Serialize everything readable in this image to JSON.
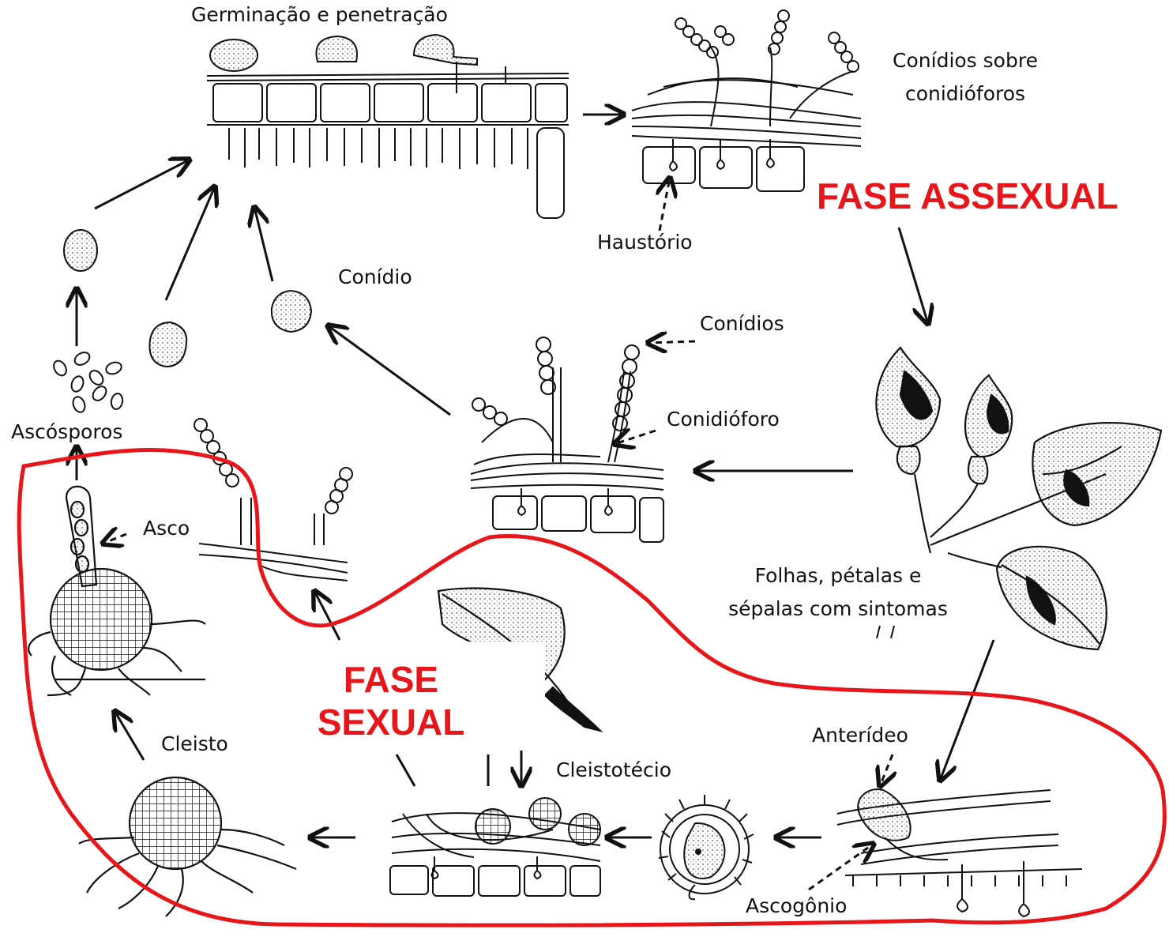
{
  "labels": {
    "germination": "Germinação e penetração",
    "conidia_on_conidiophores_1": "Conídios sobre",
    "conidia_on_conidiophores_2": "conidióforos",
    "haustorium": "Haustório",
    "conidium": "Conídio",
    "conidia": "Conídios",
    "conidiophore": "Conidióforo",
    "ascospores": "Ascósporos",
    "ascus": "Asco",
    "symptoms_1": "Folhas, pétalas  e",
    "symptoms_2": "sépalas com sintomas",
    "cleisto": "Cleisto",
    "cleistothecium": "Cleistotécio",
    "antheridium": "Anterídeo",
    "ascogonium": "Ascogônio"
  },
  "phases": {
    "asexual": "FASE ASSEXUAL",
    "sexual_1": "FASE",
    "sexual_2": "SEXUAL"
  },
  "colors": {
    "phase_text": "#e8161b",
    "sexual_outline": "#e8161b",
    "ink": "#111111"
  }
}
